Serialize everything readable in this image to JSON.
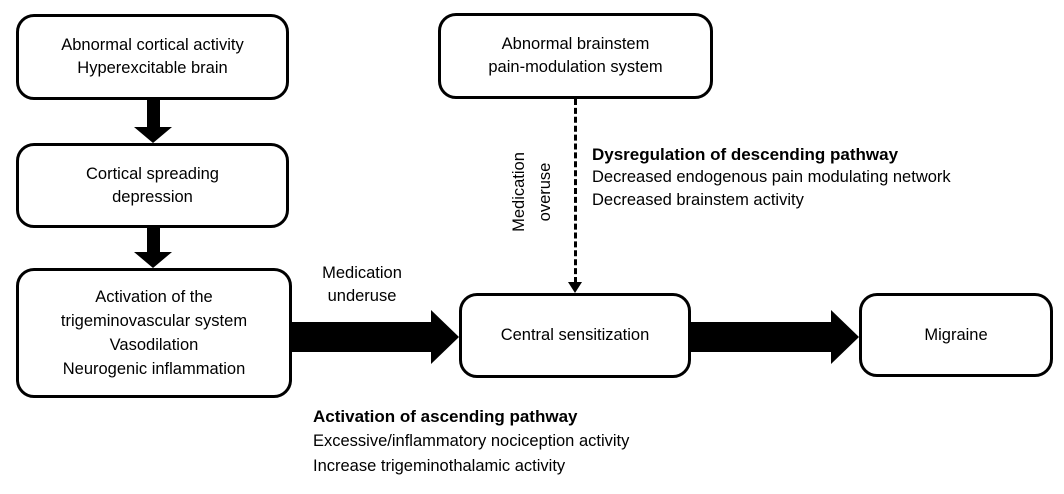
{
  "diagram": {
    "colors": {
      "stroke": "#000000",
      "background": "#ffffff",
      "text": "#000000"
    },
    "boxes": {
      "cortical_activity": {
        "text": "Abnormal cortical activity\nHyperexcitable brain"
      },
      "cortical_spreading_depression": {
        "text": "Cortical spreading\ndepression"
      },
      "trigeminovascular": {
        "text": "Activation of the\ntrigeminovascular system\nVasodilation\nNeurogenic inflammation"
      },
      "brainstem": {
        "text": "Abnormal brainstem\npain-modulation system"
      },
      "central_sensitization": {
        "text": "Central sensitization"
      },
      "migraine": {
        "text": "Migraine"
      }
    },
    "labels": {
      "medication_underuse": "Medication\nunderuse",
      "medication_overuse": "Medication\noveruse"
    },
    "annotations": {
      "descending": {
        "title": "Dysregulation of descending pathway",
        "body": "Decreased endogenous pain modulating network\nDecreased brainstem activity"
      },
      "ascending": {
        "title": "Activation of ascending pathway",
        "body": "Excessive/inflammatory nociception activity\nIncrease trigeminothalamic activity"
      }
    }
  }
}
